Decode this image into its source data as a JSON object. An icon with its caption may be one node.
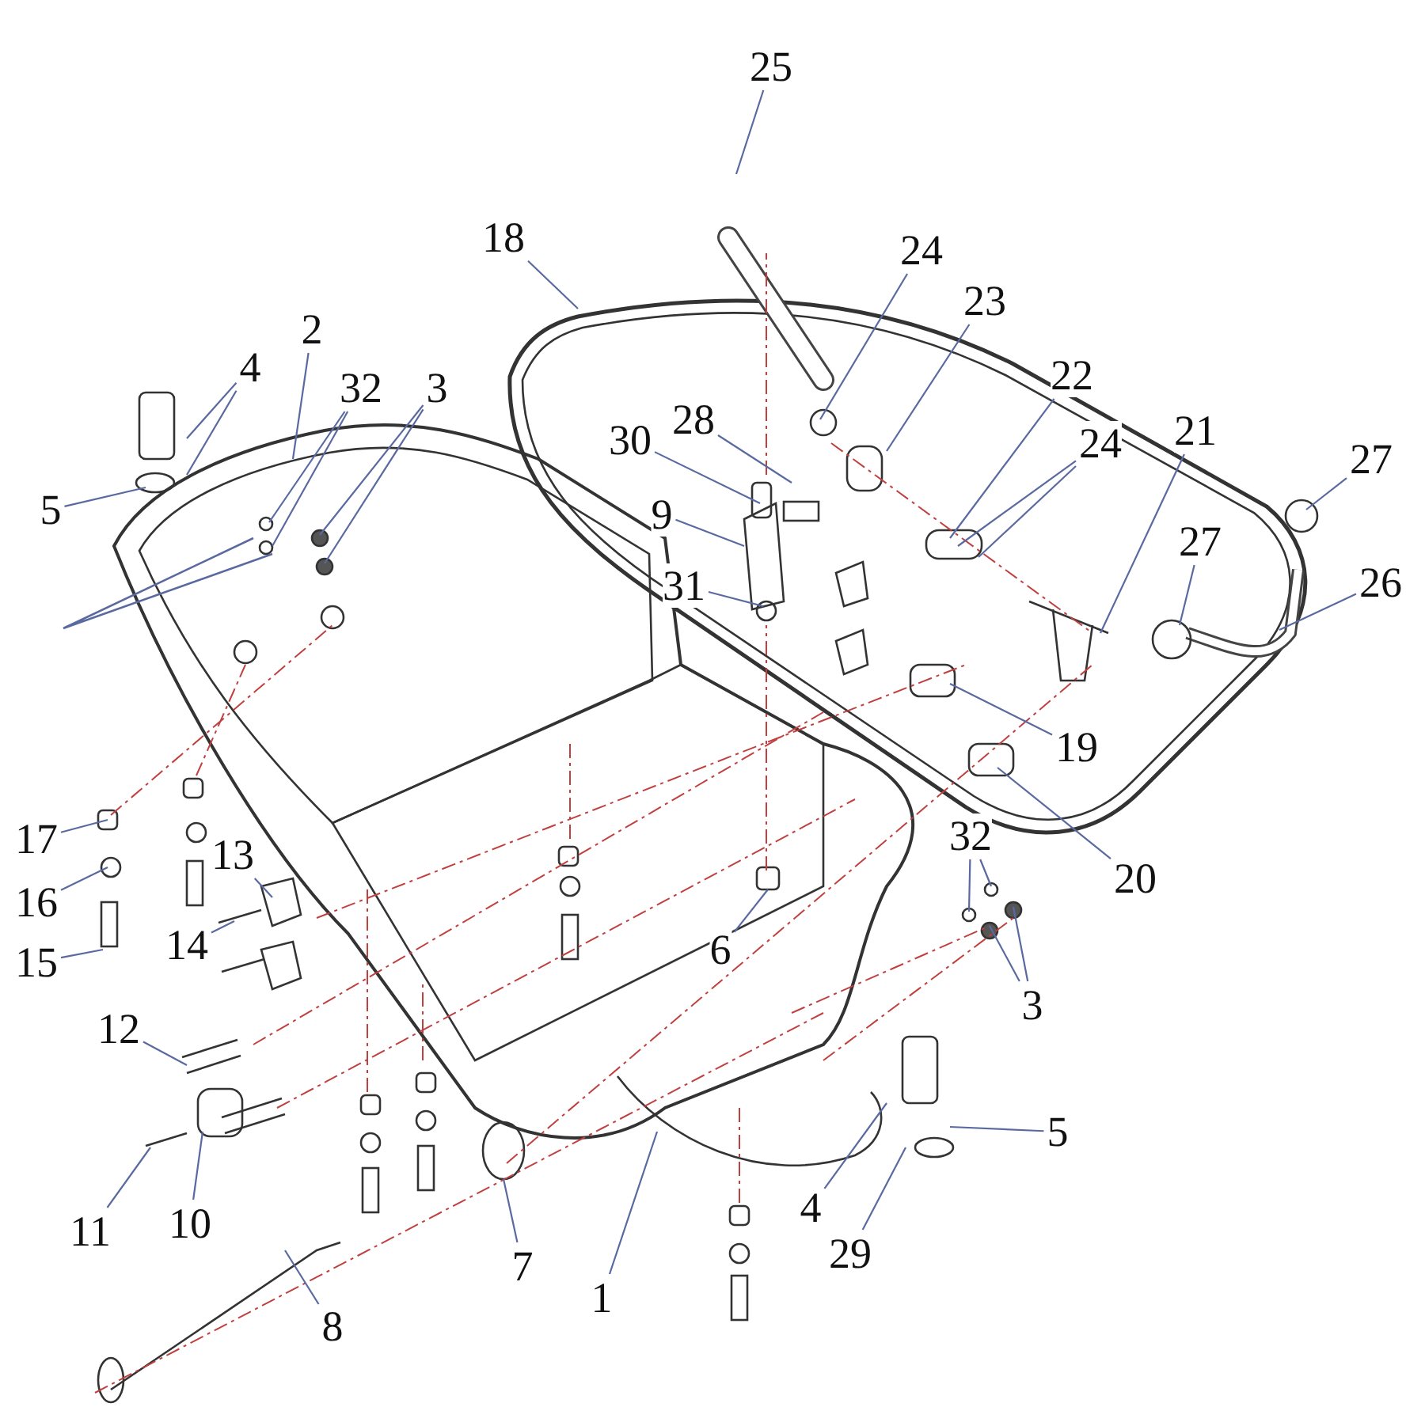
{
  "diagram": {
    "nodes": [
      {
        "text": [
          "25"
        ]
      },
      {
        "text": [
          "18"
        ]
      },
      {
        "text": [
          "24"
        ]
      },
      {
        "text": [
          "23"
        ]
      },
      {
        "text": [
          "2"
        ]
      },
      {
        "text": [
          "4"
        ]
      },
      {
        "text": [
          "32"
        ]
      },
      {
        "text": [
          "3"
        ]
      },
      {
        "text": [
          "22"
        ]
      },
      {
        "text": [
          "24"
        ]
      },
      {
        "text": [
          "21"
        ]
      },
      {
        "text": [
          "27"
        ]
      },
      {
        "text": [
          "28"
        ]
      },
      {
        "text": [
          "30"
        ]
      },
      {
        "text": [
          "5"
        ]
      },
      {
        "text": [
          "9"
        ]
      },
      {
        "text": [
          "27"
        ]
      },
      {
        "text": [
          "26"
        ]
      },
      {
        "text": [
          "31"
        ]
      },
      {
        "text": [
          "19"
        ]
      },
      {
        "text": [
          "17"
        ]
      },
      {
        "text": [
          "13"
        ]
      },
      {
        "text": [
          "20"
        ]
      },
      {
        "text": [
          "16"
        ]
      },
      {
        "text": [
          "32"
        ]
      },
      {
        "text": [
          "15"
        ]
      },
      {
        "text": [
          "14"
        ]
      },
      {
        "text": [
          "6"
        ]
      },
      {
        "text": [
          "3"
        ]
      },
      {
        "text": [
          "12"
        ]
      },
      {
        "text": [
          "5"
        ]
      },
      {
        "text": [
          "4"
        ]
      },
      {
        "text": [
          "11"
        ]
      },
      {
        "text": [
          "10"
        ]
      },
      {
        "text": [
          "29"
        ]
      },
      {
        "text": [
          "7"
        ]
      },
      {
        "text": [
          "1"
        ]
      },
      {
        "text": [
          "8"
        ]
      }
    ],
    "edges": [
      {
        "from": 0,
        "to": null,
        "arrow": "none"
      },
      {
        "from": 1,
        "to": null,
        "arrow": "none"
      },
      {
        "from": 2,
        "to": null,
        "arrow": "none"
      },
      {
        "from": 3,
        "to": null,
        "arrow": "none"
      },
      {
        "from": 4,
        "to": null,
        "arrow": "none"
      },
      {
        "from": 5,
        "to": null,
        "arrow": "none"
      },
      {
        "from": 5,
        "to": null,
        "arrow": "none"
      },
      {
        "from": 6,
        "to": null,
        "arrow": "none"
      },
      {
        "from": 6,
        "to": null,
        "arrow": "none"
      },
      {
        "from": 7,
        "to": null,
        "arrow": "none"
      },
      {
        "from": 7,
        "to": null,
        "arrow": "none"
      },
      {
        "from": 8,
        "to": null,
        "arrow": "none"
      },
      {
        "from": 9,
        "to": null,
        "arrow": "none"
      },
      {
        "from": 9,
        "to": null,
        "arrow": "none"
      },
      {
        "from": 10,
        "to": null,
        "arrow": "none"
      },
      {
        "from": 11,
        "to": null,
        "arrow": "none"
      },
      {
        "from": 12,
        "to": null,
        "arrow": "none"
      },
      {
        "from": 13,
        "to": null,
        "arrow": "none"
      },
      {
        "from": 14,
        "to": null,
        "arrow": "none"
      },
      {
        "from": 15,
        "to": null,
        "arrow": "none"
      },
      {
        "from": 16,
        "to": null,
        "arrow": "none"
      },
      {
        "from": 17,
        "to": null,
        "arrow": "none"
      },
      {
        "from": 18,
        "to": null,
        "arrow": "none"
      },
      {
        "from": 19,
        "to": null,
        "arrow": "none"
      },
      {
        "from": 20,
        "to": null,
        "arrow": "none"
      },
      {
        "from": 21,
        "to": null,
        "arrow": "none"
      },
      {
        "from": 22,
        "to": null,
        "arrow": "none"
      },
      {
        "from": 23,
        "to": null,
        "arrow": "none"
      },
      {
        "from": 24,
        "to": null,
        "arrow": "none"
      },
      {
        "from": 24,
        "to": null,
        "arrow": "none"
      },
      {
        "from": 25,
        "to": null,
        "arrow": "none"
      },
      {
        "from": 26,
        "to": null,
        "arrow": "none"
      },
      {
        "from": 27,
        "to": null,
        "arrow": "none"
      },
      {
        "from": 28,
        "to": null,
        "arrow": "none"
      },
      {
        "from": 28,
        "to": null,
        "arrow": "none"
      },
      {
        "from": 29,
        "to": null,
        "arrow": "none"
      },
      {
        "from": 30,
        "to": null,
        "arrow": "none"
      },
      {
        "from": 31,
        "to": null,
        "arrow": "none"
      },
      {
        "from": 32,
        "to": null,
        "arrow": "none"
      },
      {
        "from": 33,
        "to": null,
        "arrow": "none"
      },
      {
        "from": 34,
        "to": null,
        "arrow": "none"
      },
      {
        "from": 35,
        "to": null,
        "arrow": "none"
      },
      {
        "from": 36,
        "to": null,
        "arrow": "none"
      },
      {
        "from": 37,
        "to": null,
        "arrow": "none"
      }
    ]
  }
}
